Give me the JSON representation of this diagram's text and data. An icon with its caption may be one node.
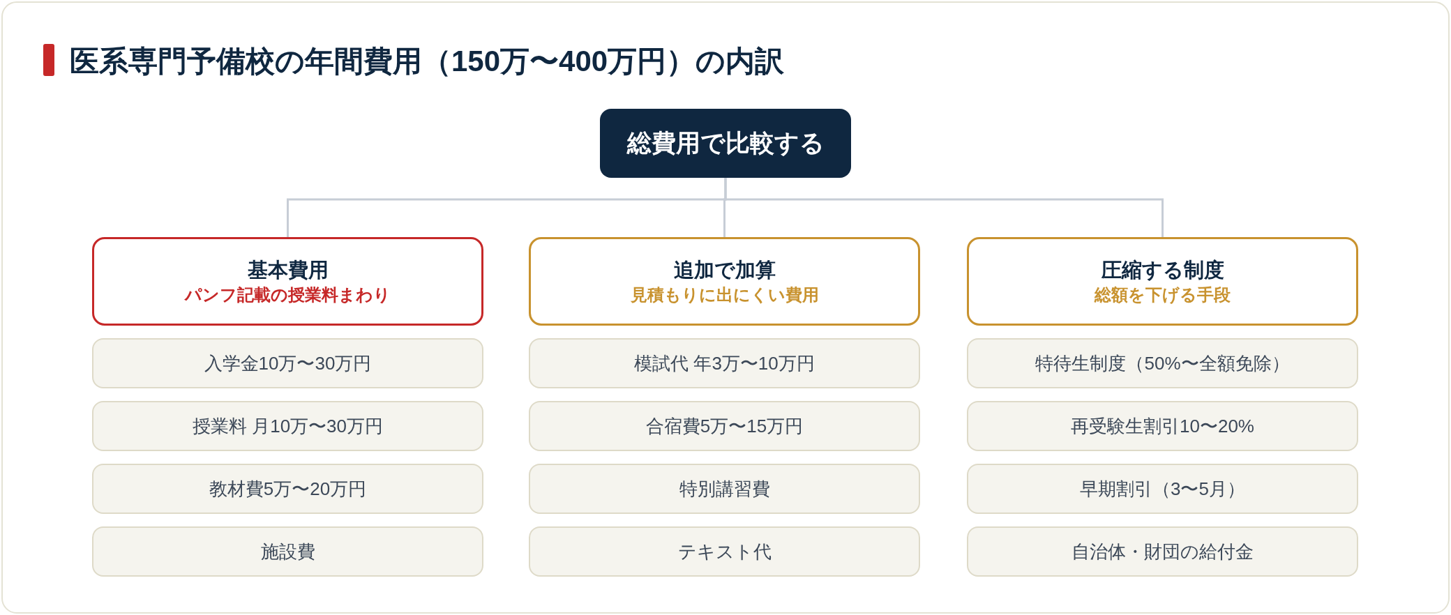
{
  "diagram": {
    "title": "医系専門予備校の年間費用（150万〜400万円）の内訳",
    "nodes": [
      {
        "text": [
          "総費用で比較する"
        ]
      },
      {
        "text": [
          "基本費用",
          "パンフ記載の授業料まわり"
        ]
      },
      {
        "text": [
          "入学金10万〜30万円"
        ]
      },
      {
        "text": [
          "授業料 月10万〜30万円"
        ]
      },
      {
        "text": [
          "教材費5万〜20万円"
        ]
      },
      {
        "text": [
          "施設費"
        ]
      },
      {
        "text": [
          "追加で加算",
          "見積もりに出にくい費用"
        ]
      },
      {
        "text": [
          "模試代 年3万〜10万円"
        ]
      },
      {
        "text": [
          "合宿費5万〜15万円"
        ]
      },
      {
        "text": [
          "特別講習費"
        ]
      },
      {
        "text": [
          "テキスト代"
        ]
      },
      {
        "text": [
          "圧縮する制度",
          "総額を下げる手段"
        ]
      },
      {
        "text": [
          "特待生制度（50%〜全額免除）"
        ]
      },
      {
        "text": [
          "再受験生割引10〜20%"
        ]
      },
      {
        "text": [
          "早期割引（3〜5月）"
        ]
      },
      {
        "text": [
          "自治体・財団の給付金"
        ]
      }
    ],
    "edges": [
      {
        "from": 0,
        "to": 1,
        "arrow": "none"
      },
      {
        "from": 0,
        "to": 6,
        "arrow": "none"
      },
      {
        "from": 0,
        "to": 11,
        "arrow": "none"
      }
    ]
  }
}
